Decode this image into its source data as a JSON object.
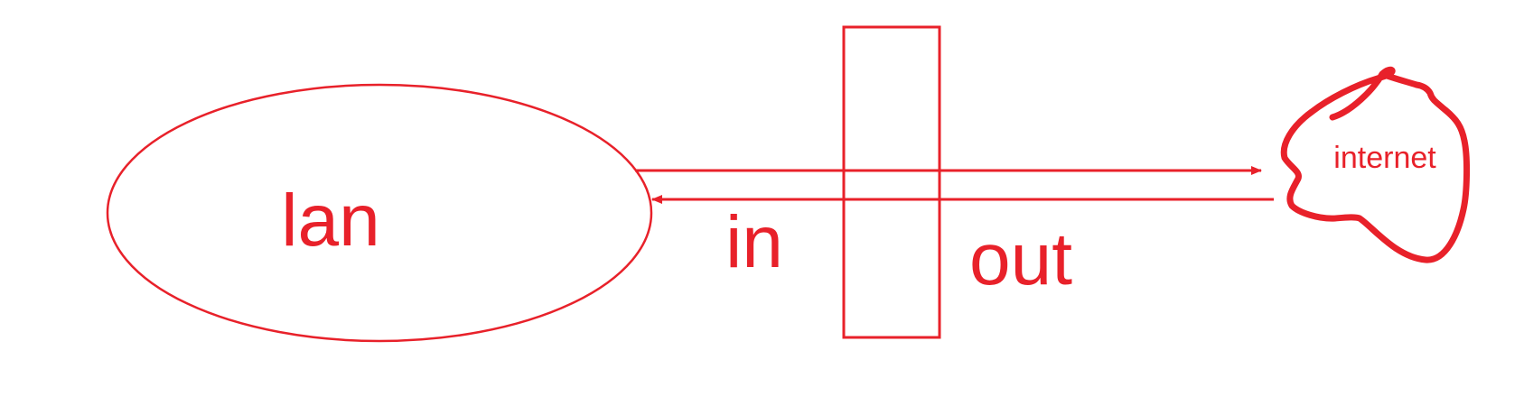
{
  "diagram": {
    "nodes": {
      "lan": "lan",
      "internet": "internet"
    },
    "labels": {
      "in": "in",
      "out": "out"
    },
    "colors": {
      "stroke": "#e8212a",
      "background": "#ffffff"
    }
  }
}
